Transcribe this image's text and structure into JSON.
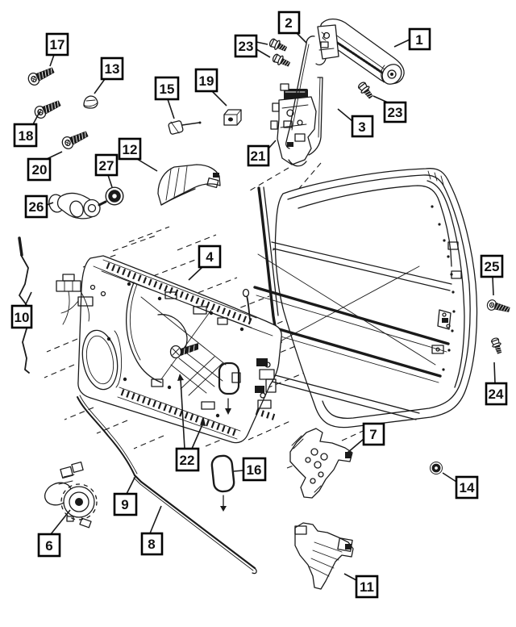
{
  "diagram": {
    "kind": "exploded-parts-diagram",
    "colors": {
      "background": "#ffffff",
      "ink": "#1a1a1a",
      "callout_fill": "#ffffff",
      "callout_border": "#000000"
    },
    "callouts": [
      {
        "label": "17"
      },
      {
        "label": "13"
      },
      {
        "label": "18"
      },
      {
        "label": "20"
      },
      {
        "label": "15"
      },
      {
        "label": "19"
      },
      {
        "label": "12"
      },
      {
        "label": "27"
      },
      {
        "label": "26"
      },
      {
        "label": "10"
      },
      {
        "label": "2"
      },
      {
        "label": "23"
      },
      {
        "label": "1"
      },
      {
        "label": "23"
      },
      {
        "label": "3"
      },
      {
        "label": "21"
      },
      {
        "label": "4"
      },
      {
        "label": "25"
      },
      {
        "label": "24"
      },
      {
        "label": "22"
      },
      {
        "label": "16"
      },
      {
        "label": "9"
      },
      {
        "label": "6"
      },
      {
        "label": "8"
      },
      {
        "label": "7"
      },
      {
        "label": "14"
      },
      {
        "label": "11"
      }
    ]
  }
}
